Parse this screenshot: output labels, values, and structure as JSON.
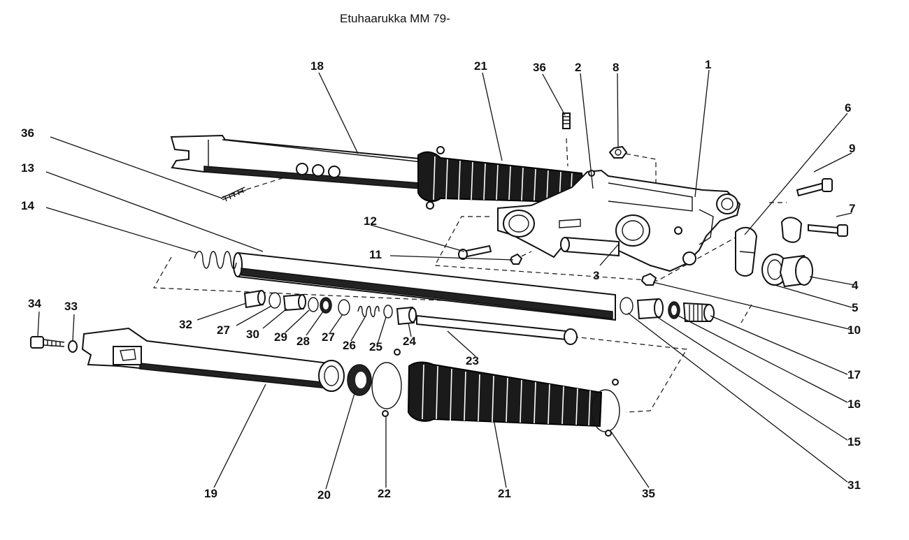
{
  "title": "Etuhaarukka MM 79-",
  "callouts": {
    "c1": "1",
    "c2": "2",
    "c3": "3",
    "c4": "4",
    "c5": "5",
    "c6": "6",
    "c7": "7",
    "c8": "8",
    "c9": "9",
    "c10": "10",
    "c11": "11",
    "c12": "12",
    "c13": "13",
    "c14": "14",
    "c15": "15",
    "c16": "16",
    "c17": "17",
    "c18": "18",
    "c19": "19",
    "c20": "20",
    "c21a": "21",
    "c21b": "21",
    "c22": "22",
    "c23": "23",
    "c24": "24",
    "c25": "25",
    "c26": "26",
    "c27a": "27",
    "c27b": "27",
    "c28": "28",
    "c29": "29",
    "c30": "30",
    "c31": "31",
    "c32": "32",
    "c33": "33",
    "c34": "34",
    "c35": "35",
    "c36a": "36",
    "c36b": "36"
  }
}
